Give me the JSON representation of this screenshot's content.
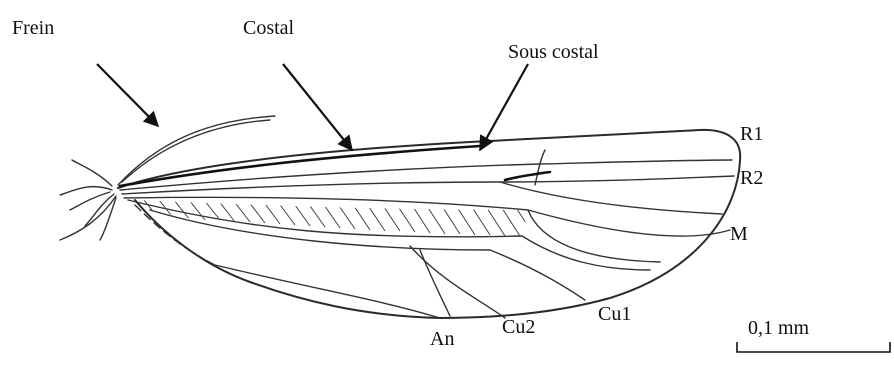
{
  "labels": {
    "frein": "Frein",
    "costal": "Costal",
    "sous_costal": "Sous costal",
    "r1": "R1",
    "r2": "R2",
    "m": "M",
    "cu1": "Cu1",
    "cu2": "Cu2",
    "an": "An"
  },
  "scale_bar": {
    "label": "0,1 mm"
  },
  "colors": {
    "ink": "#111111",
    "background": "#ffffff"
  }
}
